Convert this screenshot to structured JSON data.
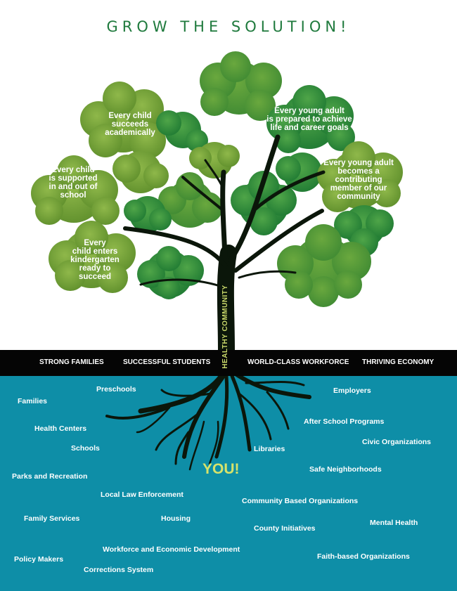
{
  "title": "GROW THE SOLUTION!",
  "colors": {
    "title": "#1f7a3d",
    "water": "#0e8ea7",
    "band": "#050505",
    "leaf_dark": "#2e8b3a",
    "leaf_light": "#7aa73a",
    "trunk": "#0b160a",
    "you": "#d7e36a"
  },
  "goals": [
    "Every child\nsucceeds\nacademically",
    "Every young adult\nis prepared to achieve\nlife and career goals",
    "Every young adult\nbecomes a\ncontributing\nmember of our\ncommunity",
    "Every child\nis supported\nin and out of\nschool",
    "Every\nchild enters\nkindergarten\nready to\nsucceed"
  ],
  "trunk_label": "HEALTHY COMMUNITY",
  "band": [
    "STRONG FAMILIES",
    "SUCCESSFUL STUDENTS",
    "WORLD-CLASS WORKFORCE",
    "THRIVING ECONOMY"
  ],
  "center": "YOU!",
  "resources": [
    "Families",
    "Preschools",
    "Employers",
    "Health Centers",
    "After School Programs",
    "Schools",
    "Libraries",
    "Civic Organizations",
    "Safe Neighborhoods",
    "Parks and Recreation",
    "Local Law Enforcement",
    "Community Based Organizations",
    "Family Services",
    "Housing",
    "County Initiatives",
    "Mental Health",
    "Workforce and Economic Development",
    "Policy Makers",
    "Corrections System",
    "Faith-based Organizations"
  ]
}
